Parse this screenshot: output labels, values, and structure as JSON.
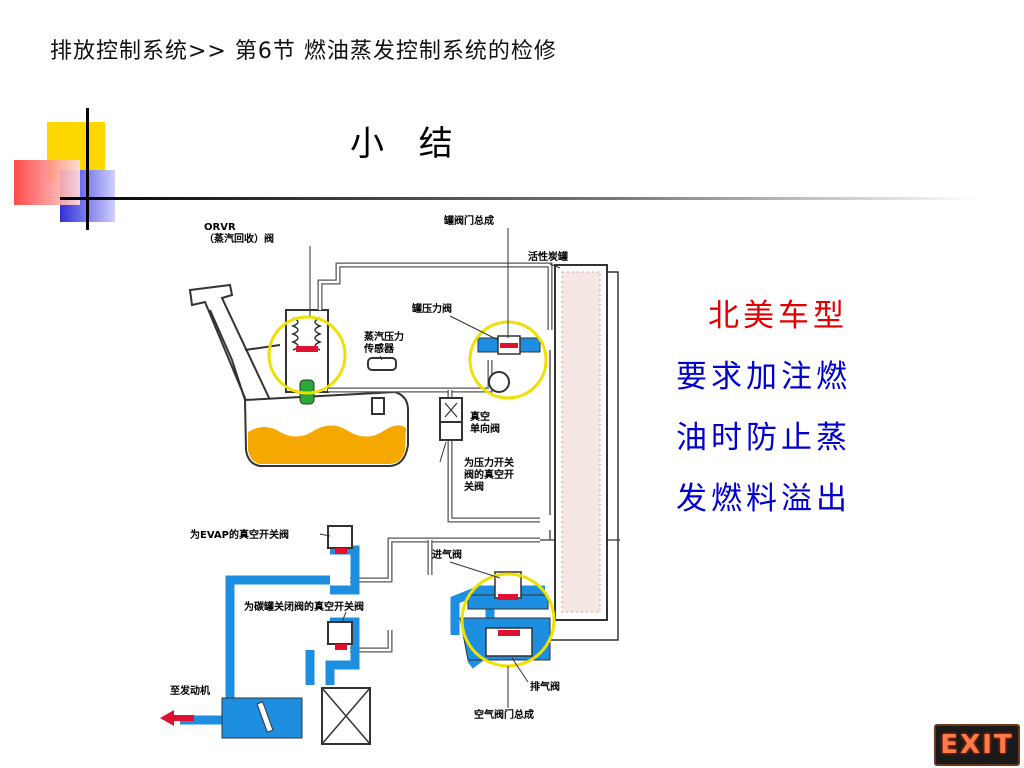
{
  "header": {
    "breadcrumb": "排放控制系统>> 第6节 燃油蒸发控制系统的检修",
    "title": "小 结"
  },
  "side_text": {
    "line1": "北美车型",
    "line2": "要求加注燃",
    "line3": "油时防止蒸",
    "line4": "发燃料溢出"
  },
  "diagram_labels": {
    "orvr_a": "ORVR",
    "orvr_b": "（蒸汽回收）阀",
    "canister_valve_assembly": "罐阀门总成",
    "charcoal_canister": "活性炭罐",
    "tank_pressure_valve": "罐压力阀",
    "vapor_sensor_a": "蒸汽压力",
    "vapor_sensor_b": "传感器",
    "vacuum_check_a": "真空",
    "vacuum_check_b": "单向阀",
    "pressure_switch_a": "为压力开关",
    "pressure_switch_b": "阀的真空开",
    "pressure_switch_c": "关阀",
    "evap_switch": "为EVAP的真空开关阀",
    "inlet_valve": "进气阀",
    "canister_close_switch": "为碳罐关闭阀的真空开关阀",
    "to_engine": "至发动机",
    "exhaust_valve": "排气阀",
    "air_valve_assembly": "空气阀门总成"
  },
  "colors": {
    "fuel": "#f5a800",
    "vacuum_line": "#1e8fe0",
    "highlight_circle": "#f0e000",
    "valve_red": "#e01030",
    "red_text": "#e00000",
    "blue_text": "#0000cc"
  },
  "exit_button": {
    "label": "EXIT"
  }
}
